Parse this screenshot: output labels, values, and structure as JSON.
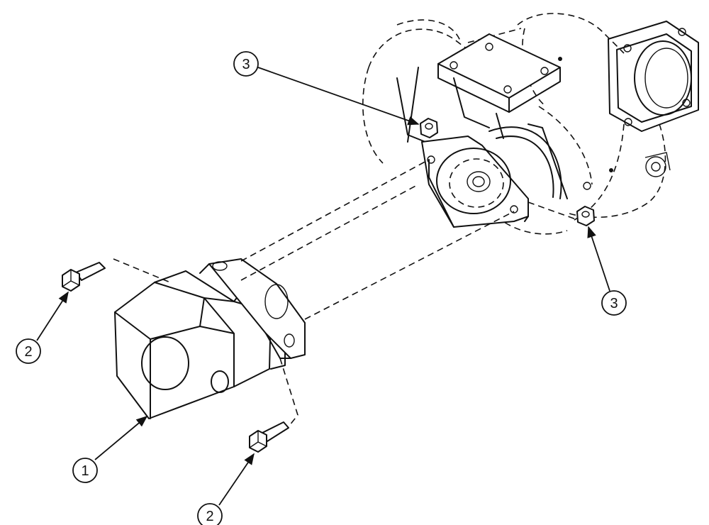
{
  "callouts": [
    {
      "id": "callout-1",
      "label": "1",
      "part": "motor-adapter"
    },
    {
      "id": "callout-2a",
      "label": "2",
      "part": "bolt"
    },
    {
      "id": "callout-2b",
      "label": "2",
      "part": "bolt"
    },
    {
      "id": "callout-3a",
      "label": "3",
      "part": "nut"
    },
    {
      "id": "callout-3b",
      "label": "3",
      "part": "nut"
    }
  ]
}
